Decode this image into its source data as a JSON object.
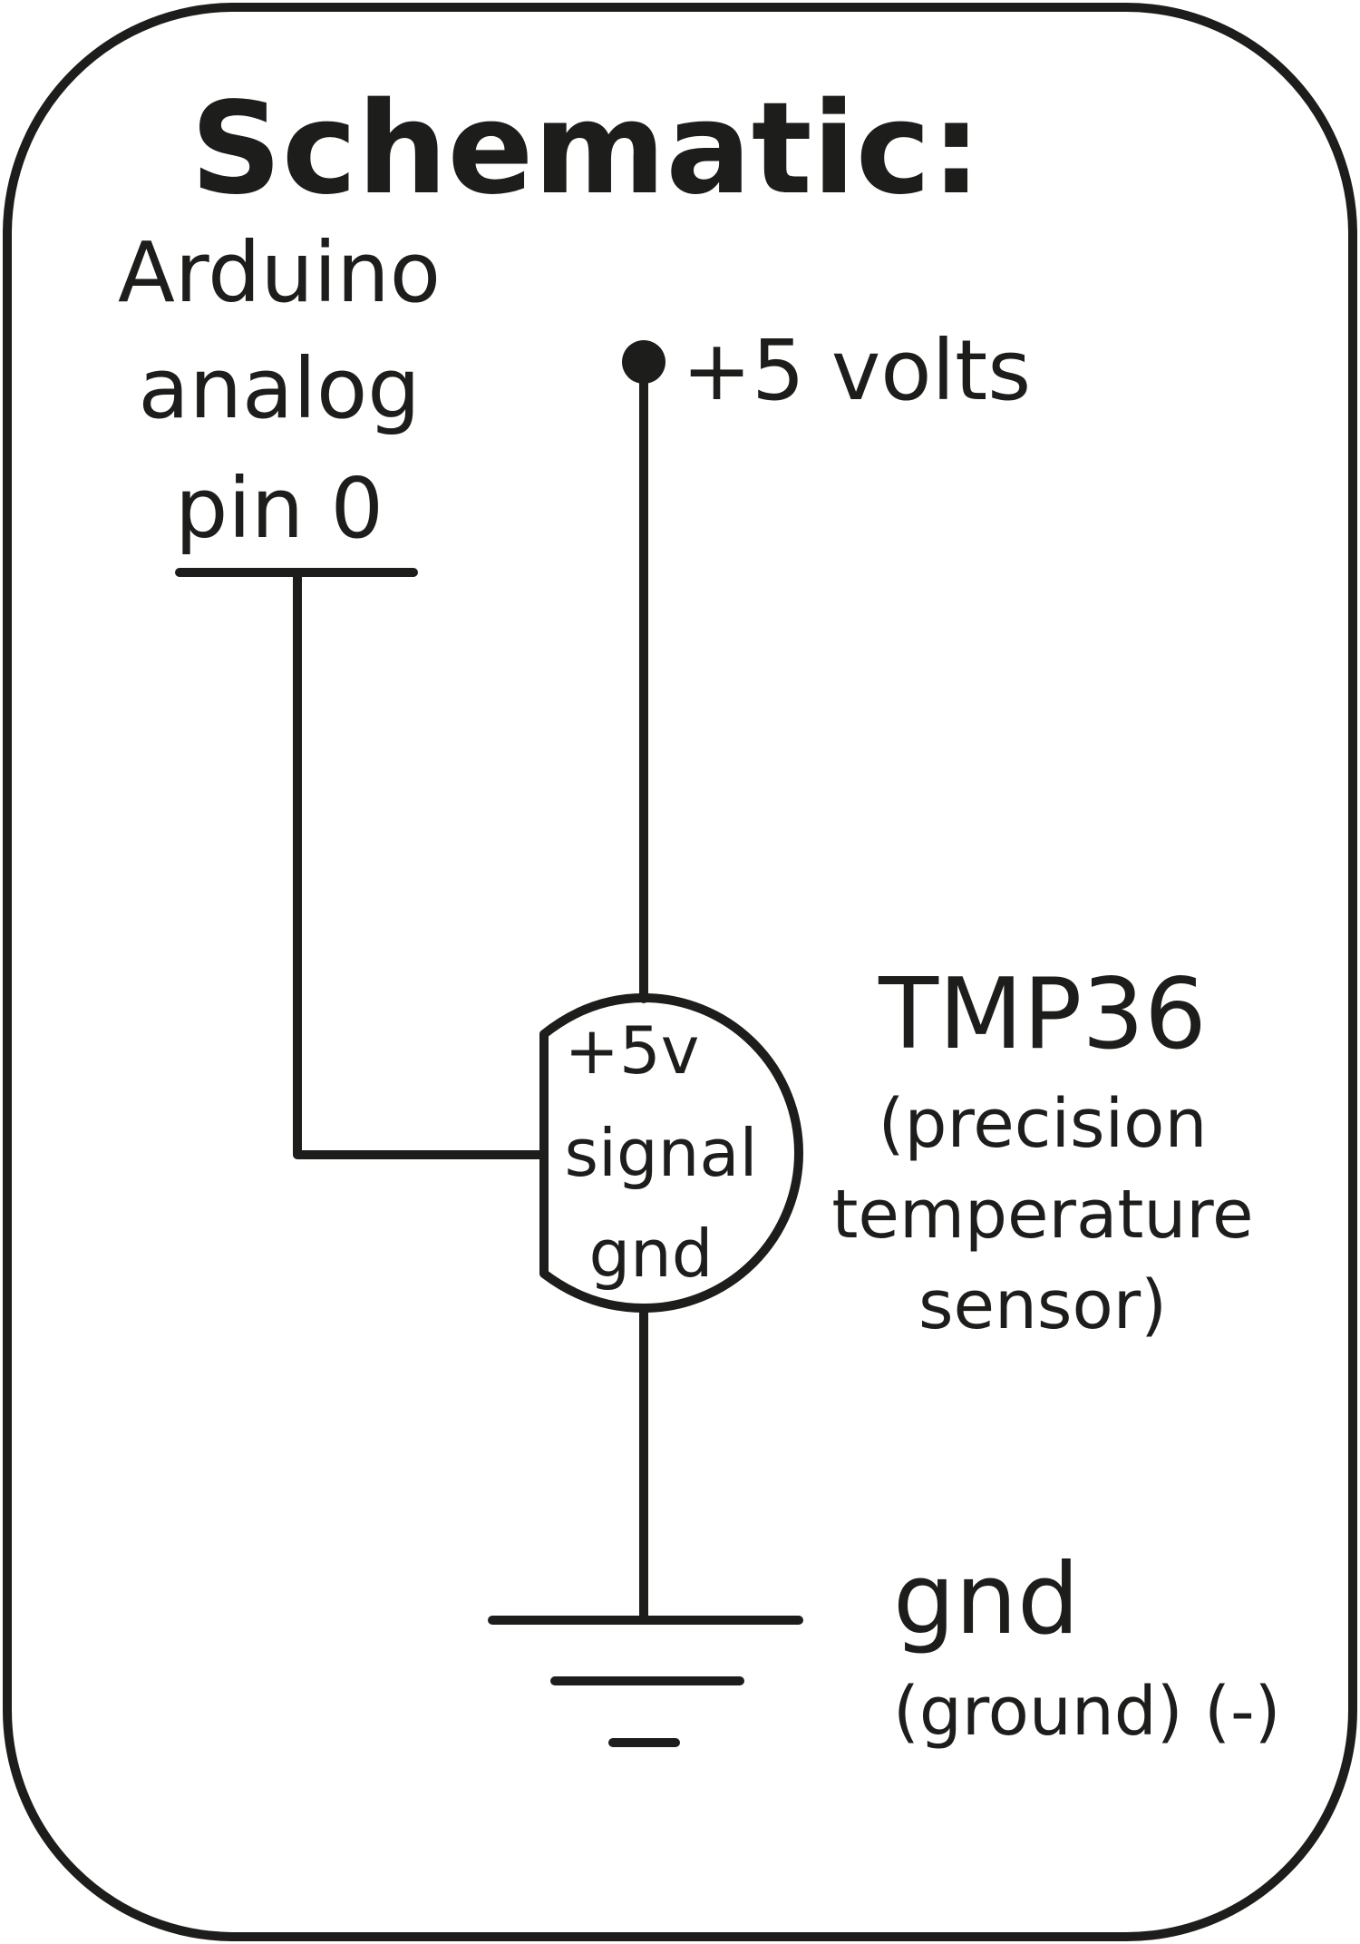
{
  "title": "Schematic:",
  "arduino": {
    "line1": "Arduino",
    "line2": "analog",
    "line3": "pin 0"
  },
  "supply": {
    "label": "+5 volts"
  },
  "sensor": {
    "name": "TMP36",
    "desc1": "(precision",
    "desc2": "temperature",
    "desc3": "sensor)",
    "pin_vcc": "+5v",
    "pin_signal": "signal",
    "pin_gnd": "gnd"
  },
  "ground": {
    "label": "gnd",
    "sublabel": "(ground) (-)"
  },
  "colors": {
    "ink": "#1d1d1b",
    "background": "#ffffff"
  }
}
